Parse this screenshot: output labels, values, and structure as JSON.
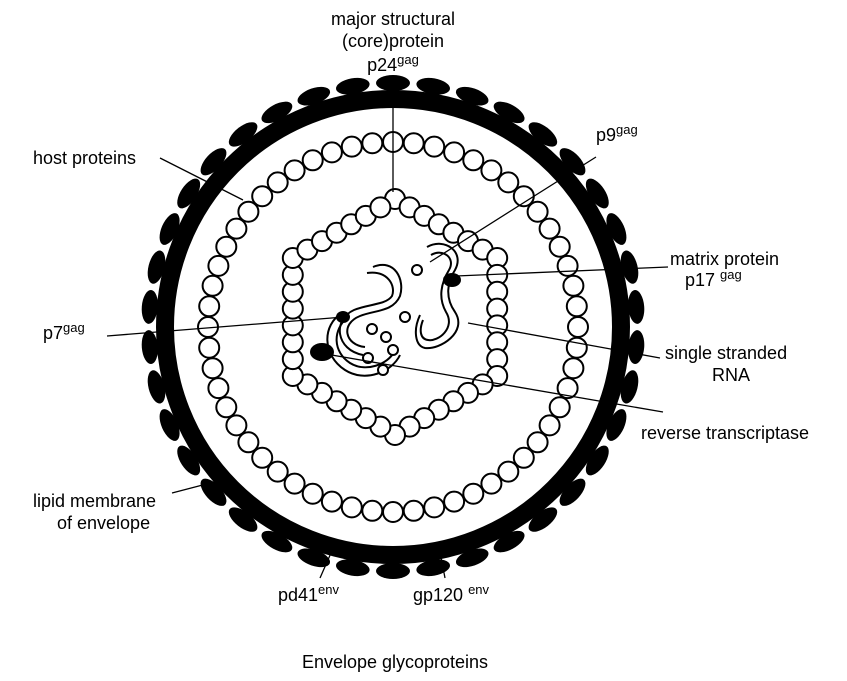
{
  "labels": {
    "major_1": "major structural",
    "major_2": "(core)protein",
    "p24": {
      "base": "p24",
      "sup": "gag"
    },
    "p9": {
      "base": "p9",
      "sup": "gag"
    },
    "host": "host proteins",
    "matrix_1": "matrix protein",
    "p17": {
      "base": "p17 ",
      "sup": "gag"
    },
    "p7": {
      "base": "p7",
      "sup": "gag"
    },
    "ss_1": "single stranded",
    "ss_2": "RNA",
    "rt": "reverse transcriptase",
    "lipid_1": "lipid membrane",
    "lipid_2": "of envelope",
    "pd41": {
      "base": "pd41",
      "sup": "env"
    },
    "gp120": {
      "base": "gp120 ",
      "sup": "env"
    },
    "envelope": "Envelope glycoproteins"
  },
  "colors": {
    "ink": "#000000",
    "paper": "#ffffff"
  }
}
